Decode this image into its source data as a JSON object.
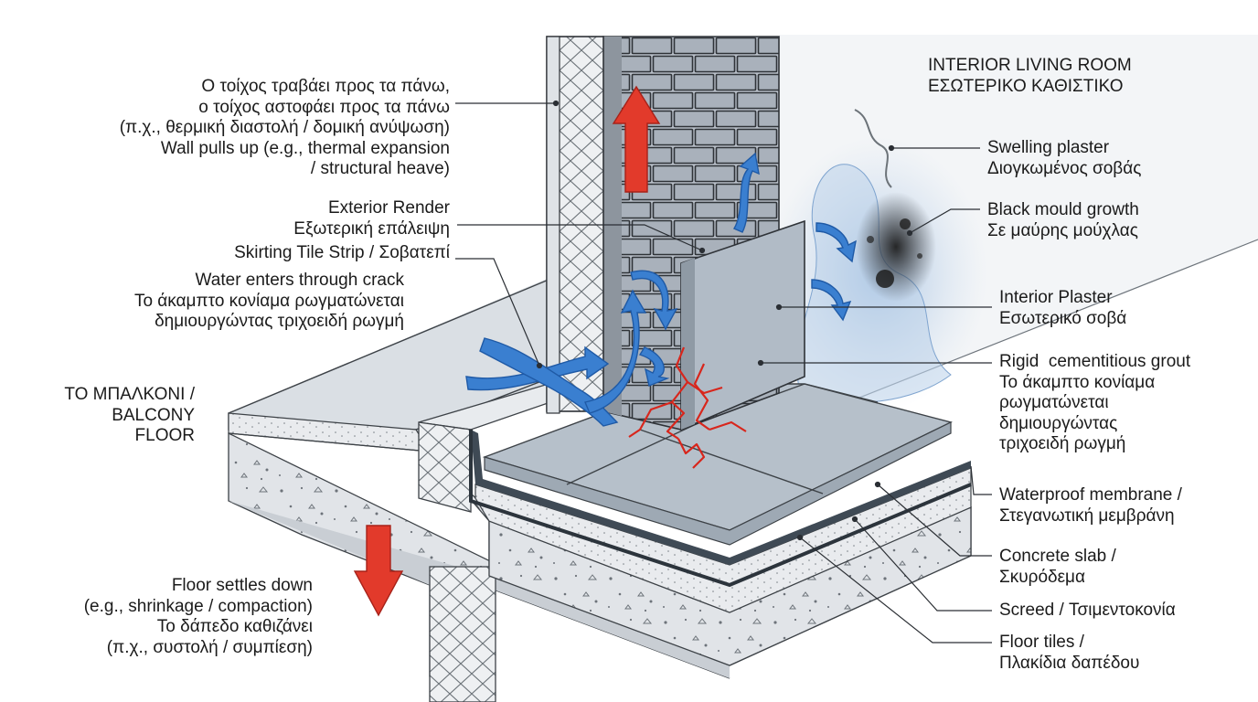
{
  "room_label": [
    "INTERIOR LIVING ROOM",
    "ΕΣΩΤΕΡΙΚΟ ΚΑΘΙΣΤΙΚΟ"
  ],
  "balcony_label": [
    "ΤΟ ΜΠΑΛΚΟΝΙ /",
    "BALCONY",
    "FLOOR"
  ],
  "left_callouts": {
    "wall_pulls_up": [
      "Ο τοίχος τραβάει προς τα πάνω,",
      "ο τοίχος αστοφάει προς τα πάνω",
      "(π.χ., θερμική διαστολή / δομική ανύψωση)",
      "Wall pulls up (e.g., thermal expansion",
      "/ structural heave)"
    ],
    "exterior_render": [
      "Exterior Render",
      "Εξωτερική επάλειψη"
    ],
    "skirting_tile": [
      "Skirting Tile Strip / Σοβατεπί"
    ],
    "water_enters": [
      "Water enters through crack",
      "Το άκαμπτο κονίαμα ρωγματώνεται",
      "δημιουργώντας τριχοειδή ρωγμή"
    ],
    "floor_settles": [
      "Floor settles down",
      "(e.g., shrinkage / compaction)",
      "Το δάπεδο καθιζάνει",
      "(π.χ., συστολή / συμπίεση)"
    ]
  },
  "right_callouts": {
    "swelling_plaster": [
      "Swelling plaster",
      "Διογκωμένος σοβάς"
    ],
    "black_mould": [
      "Black mould growth",
      "Σε μαύρης μούχλας"
    ],
    "interior_plaster": [
      "Interior Plaster",
      "Εσωτερικό σοβά"
    ],
    "rigid_grout": [
      "Rigid  cementitious grout",
      "Το άκαμπτο κονίαμα",
      "ρωγματώνεται",
      "δημιουργώντας",
      "τριχοειδή ρωγμή"
    ],
    "waterproof_membrane": [
      "Waterproof membrane /",
      "Στεγανωτική μεμβράνη"
    ],
    "concrete_slab": [
      "Concrete slab /",
      "Σκυρόδεμα"
    ],
    "screed": [
      "Screed / Τσιμεντοκονία"
    ],
    "floor_tiles": [
      "Floor tiles /",
      "Πλακίδια δαπέδου"
    ]
  },
  "colors": {
    "concrete": "#e3e6ea",
    "brick": "#b9c0c8",
    "tile": "#b8c2cc",
    "water_arrow": "#3a7fd0",
    "movement_arrow": "#e23a2b",
    "crack": "#d8261c",
    "mould": "#2a2a2a"
  },
  "icons": {
    "movement_arrows": "red-block-arrow",
    "water_flow": "blue-curved-arrow",
    "crack": "red-crack-lines"
  }
}
